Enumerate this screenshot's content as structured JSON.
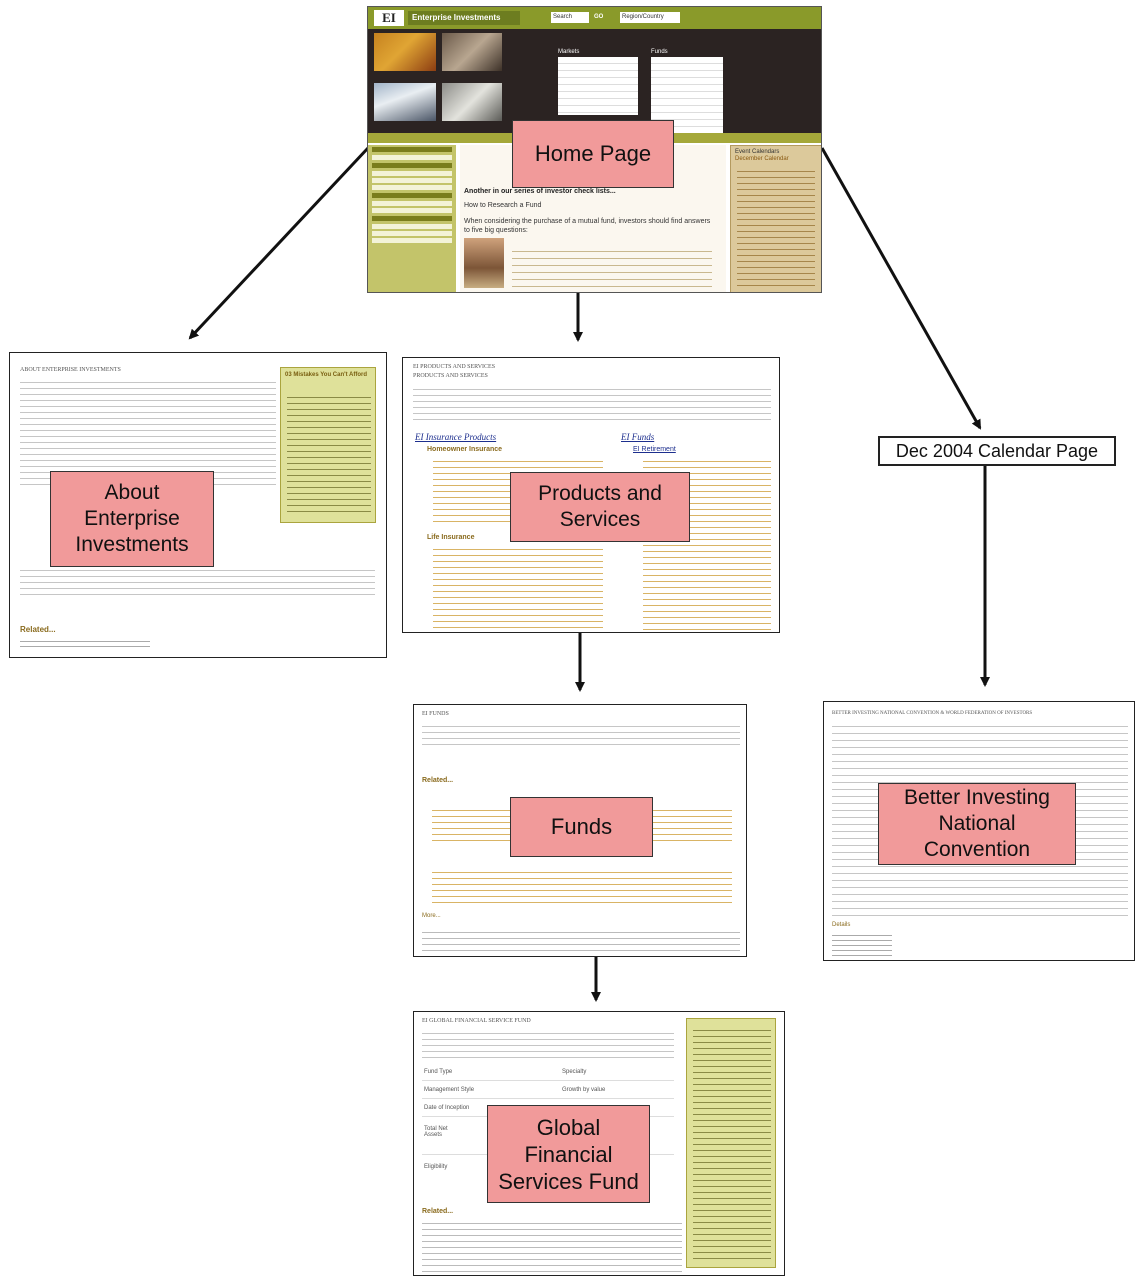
{
  "nodes": {
    "home": {
      "label": "Home Page"
    },
    "about": {
      "label": "About\nEnterprise\nInvestments"
    },
    "products": {
      "label": "Products and\nServices"
    },
    "calendar_callout": {
      "label": "Dec 2004 Calendar Page"
    },
    "funds": {
      "label": "Funds"
    },
    "convention": {
      "label": "Better Investing\nNational\nConvention"
    },
    "global": {
      "label": "Global\nFinancial\nServices Fund"
    }
  },
  "home_screenshot": {
    "logo": "EI",
    "brand": "Enterprise Investments",
    "search_label": "Search",
    "go": "GO",
    "region": "Region/Country",
    "markets_title": "Markets",
    "funds_title": "Funds",
    "article_title": "Another in our series of investor check lists...",
    "article_sub": "How to Research a Fund",
    "article_body": "When considering the purchase of a mutual fund, investors should find answers to five big questions:",
    "events_title": "Event Calendars",
    "events_sub": "December Calendar"
  },
  "about_page": {
    "heading": "ABOUT ENTERPRISE INVESTMENTS",
    "sidebar_title": "03 Mistakes You Can't Afford",
    "related": "Related..."
  },
  "products_page": {
    "heading1": "EI PRODUCTS AND SERVICES",
    "heading2": "PRODUCTS AND SERVICES",
    "col1_title": "EI Insurance Products",
    "col2_title": "EI Funds",
    "col1_item1": "Homeowner Insurance",
    "col1_item2": "Life Insurance",
    "col2_item1": "EI Retirement"
  },
  "funds_page": {
    "heading": "EI FUNDS",
    "related": "Related...",
    "more": "More..."
  },
  "convention_page": {
    "heading": "BETTER INVESTING NATIONAL CONVENTION & WORLD FEDERATION OF INVESTORS",
    "details": "Details"
  },
  "global_page": {
    "heading": "EI GLOBAL FINANCIAL SERVICE FUND",
    "table_rows": [
      "Fund Type",
      "Management Style",
      "Date of Inception",
      "Total Net Assets",
      "Eligibility"
    ],
    "table_vals": [
      "Specialty",
      "Growth by value",
      "",
      "",
      ""
    ],
    "related": "Related..."
  }
}
